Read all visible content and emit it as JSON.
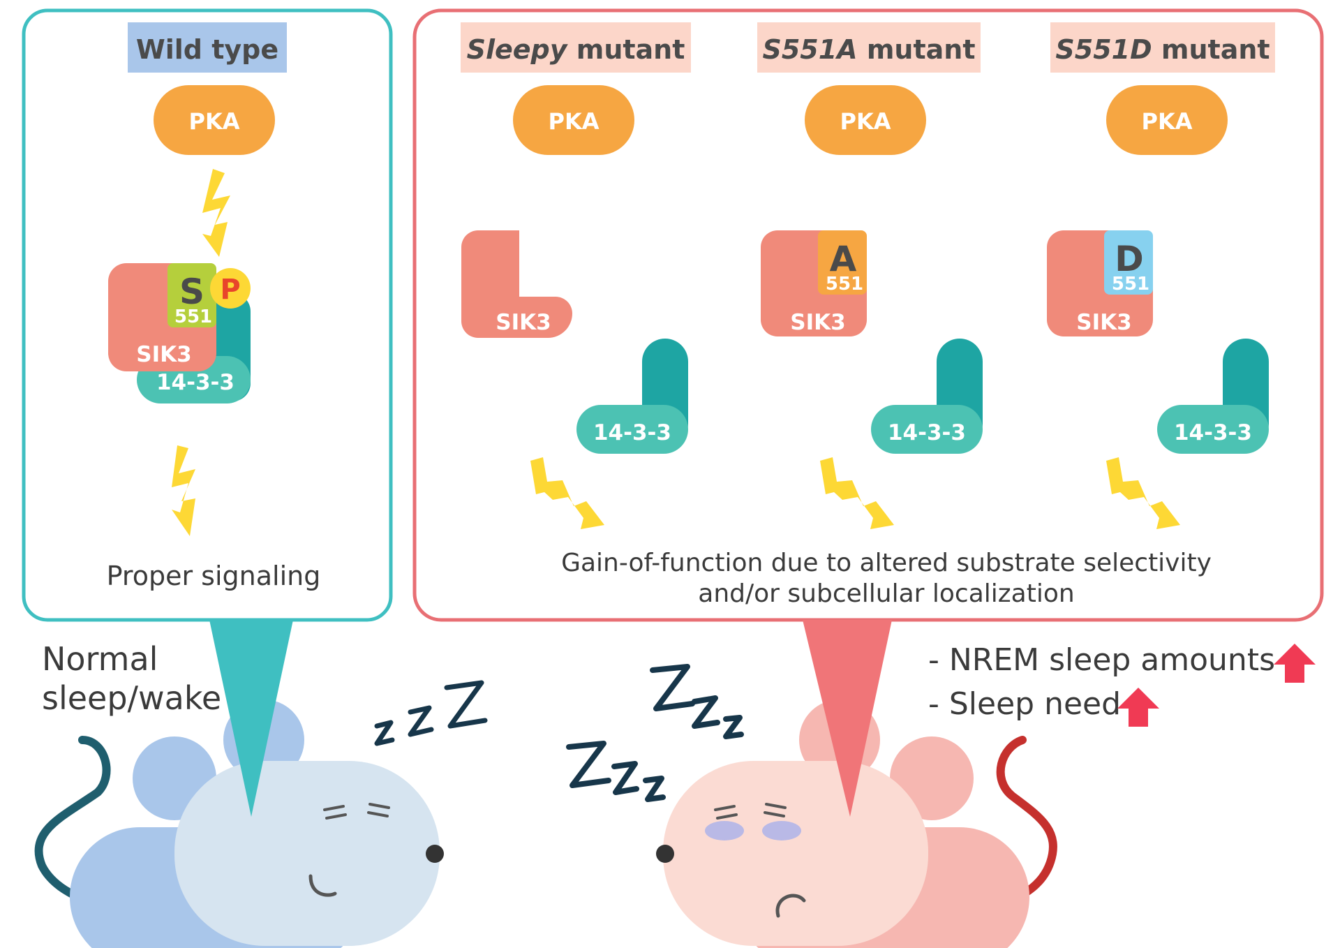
{
  "wild_type": {
    "title": "Wild type",
    "pka": "PKA",
    "sik3": "SIK3",
    "residue_letter": "S",
    "residue_number": "551",
    "phospho": "P",
    "partner": "14-3-3",
    "result": "Proper signaling",
    "phenotype_line1": "Normal",
    "phenotype_line2": "sleep/wake"
  },
  "mutants": [
    {
      "title_italic": "Sleepy",
      "title_rest": " mutant",
      "pka": "PKA",
      "sik3": "SIK3",
      "partner": "14-3-3",
      "residue_letter": "",
      "residue_number": ""
    },
    {
      "title_italic": "S551A",
      "title_rest": " mutant",
      "pka": "PKA",
      "sik3": "SIK3",
      "partner": "14-3-3",
      "residue_letter": "A",
      "residue_number": "551"
    },
    {
      "title_italic": "S551D",
      "title_rest": " mutant",
      "pka": "PKA",
      "sik3": "SIK3",
      "partner": "14-3-3",
      "residue_letter": "D",
      "residue_number": "551"
    }
  ],
  "mutant_result_line1": "Gain-of-function due to altered substrate selectivity",
  "mutant_result_line2": "and/or subcellular localization",
  "effects": [
    "- NREM sleep amounts",
    "- Sleep need"
  ],
  "colors": {
    "teal_border": "#3fbfc1",
    "red_border": "#e86f74",
    "pka": "#f6a642",
    "sik3": "#f08a7a",
    "partner_light": "#4cc2b3",
    "partner_dark": "#1ea5a3",
    "serine": "#b5cf3c",
    "alanine": "#f6a642",
    "aspartate": "#87d1ef",
    "phospho": "#fdd835",
    "bolt": "#fdd835",
    "up_arrow": "#f03a54",
    "mouse_blue_body": "#a9c6ea",
    "mouse_blue_head": "#d6e4f0",
    "mouse_pink_body": "#f6b7b1",
    "mouse_pink_head": "#fbdbd3",
    "tail_blue": "#1f5e6e",
    "tail_red": "#c5302d",
    "zzz": "#17364a"
  }
}
